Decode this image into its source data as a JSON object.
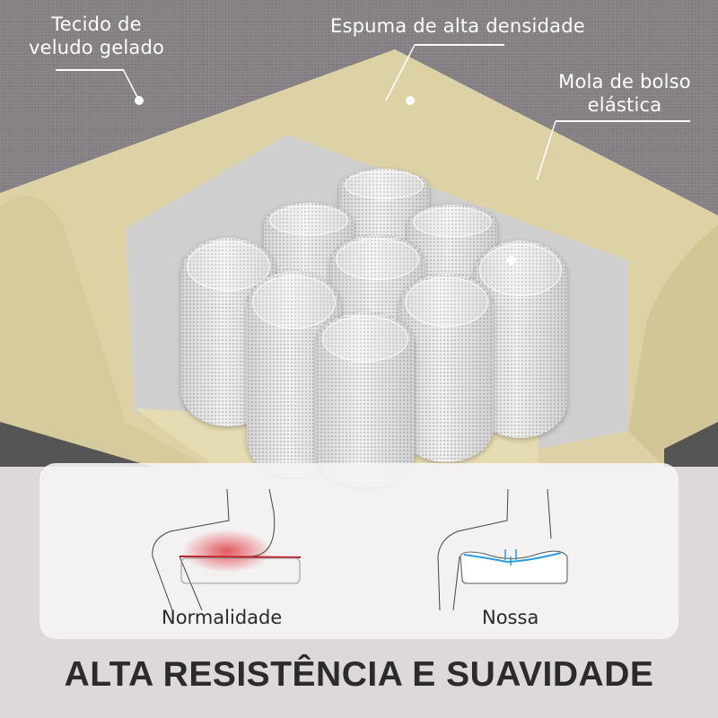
{
  "labels": {
    "fabric": {
      "line1": "Tecido de",
      "line2": "veludo gelado"
    },
    "foam": "Espuma de alta densidade",
    "spring": {
      "line1": "Mola de bolso",
      "line2": "elástica"
    }
  },
  "comparison": {
    "left_caption": "Normalidade",
    "right_caption": "Nossa"
  },
  "headline": "ALTA RESISTÊNCIA E SUAVIDADE",
  "colors": {
    "fabric": "#858083",
    "foam": "#ddd2a6",
    "spring": "#eeeeee",
    "background": "#dcd8db",
    "pressure_red": "#e0303a",
    "support_blue": "#2a9de0",
    "headline": "#2b2b2b"
  }
}
